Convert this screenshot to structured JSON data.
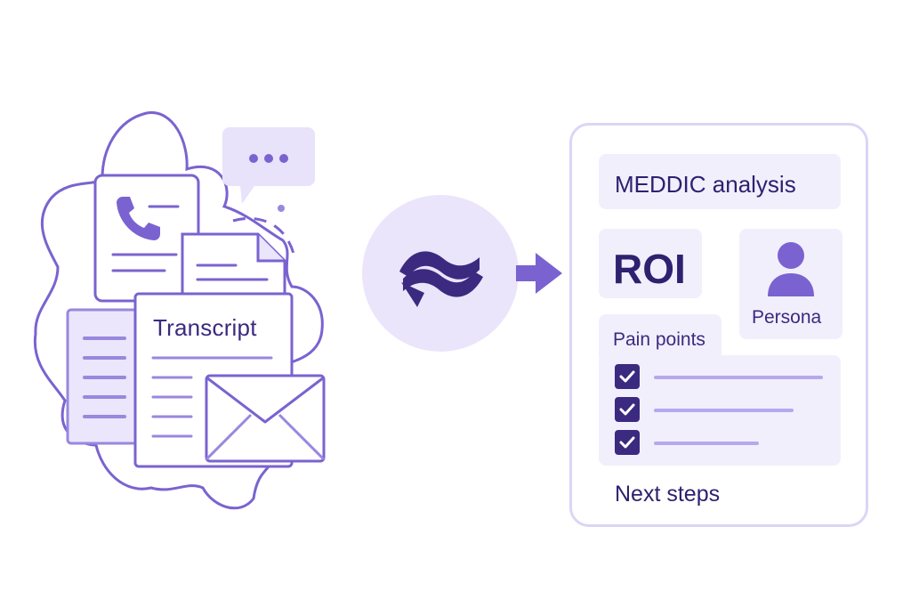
{
  "left": {
    "transcript_label": "Transcript"
  },
  "card": {
    "analysis_title": "MEDDIC analysis",
    "roi_label": "ROI",
    "persona_label": "Persona",
    "pain_points_label": "Pain points",
    "next_steps_label": "Next steps",
    "checklist": [
      true,
      true,
      true
    ]
  },
  "colors": {
    "primary_dark": "#3b2a80",
    "accent": "#7a63d0",
    "tile": "#f2effc"
  }
}
